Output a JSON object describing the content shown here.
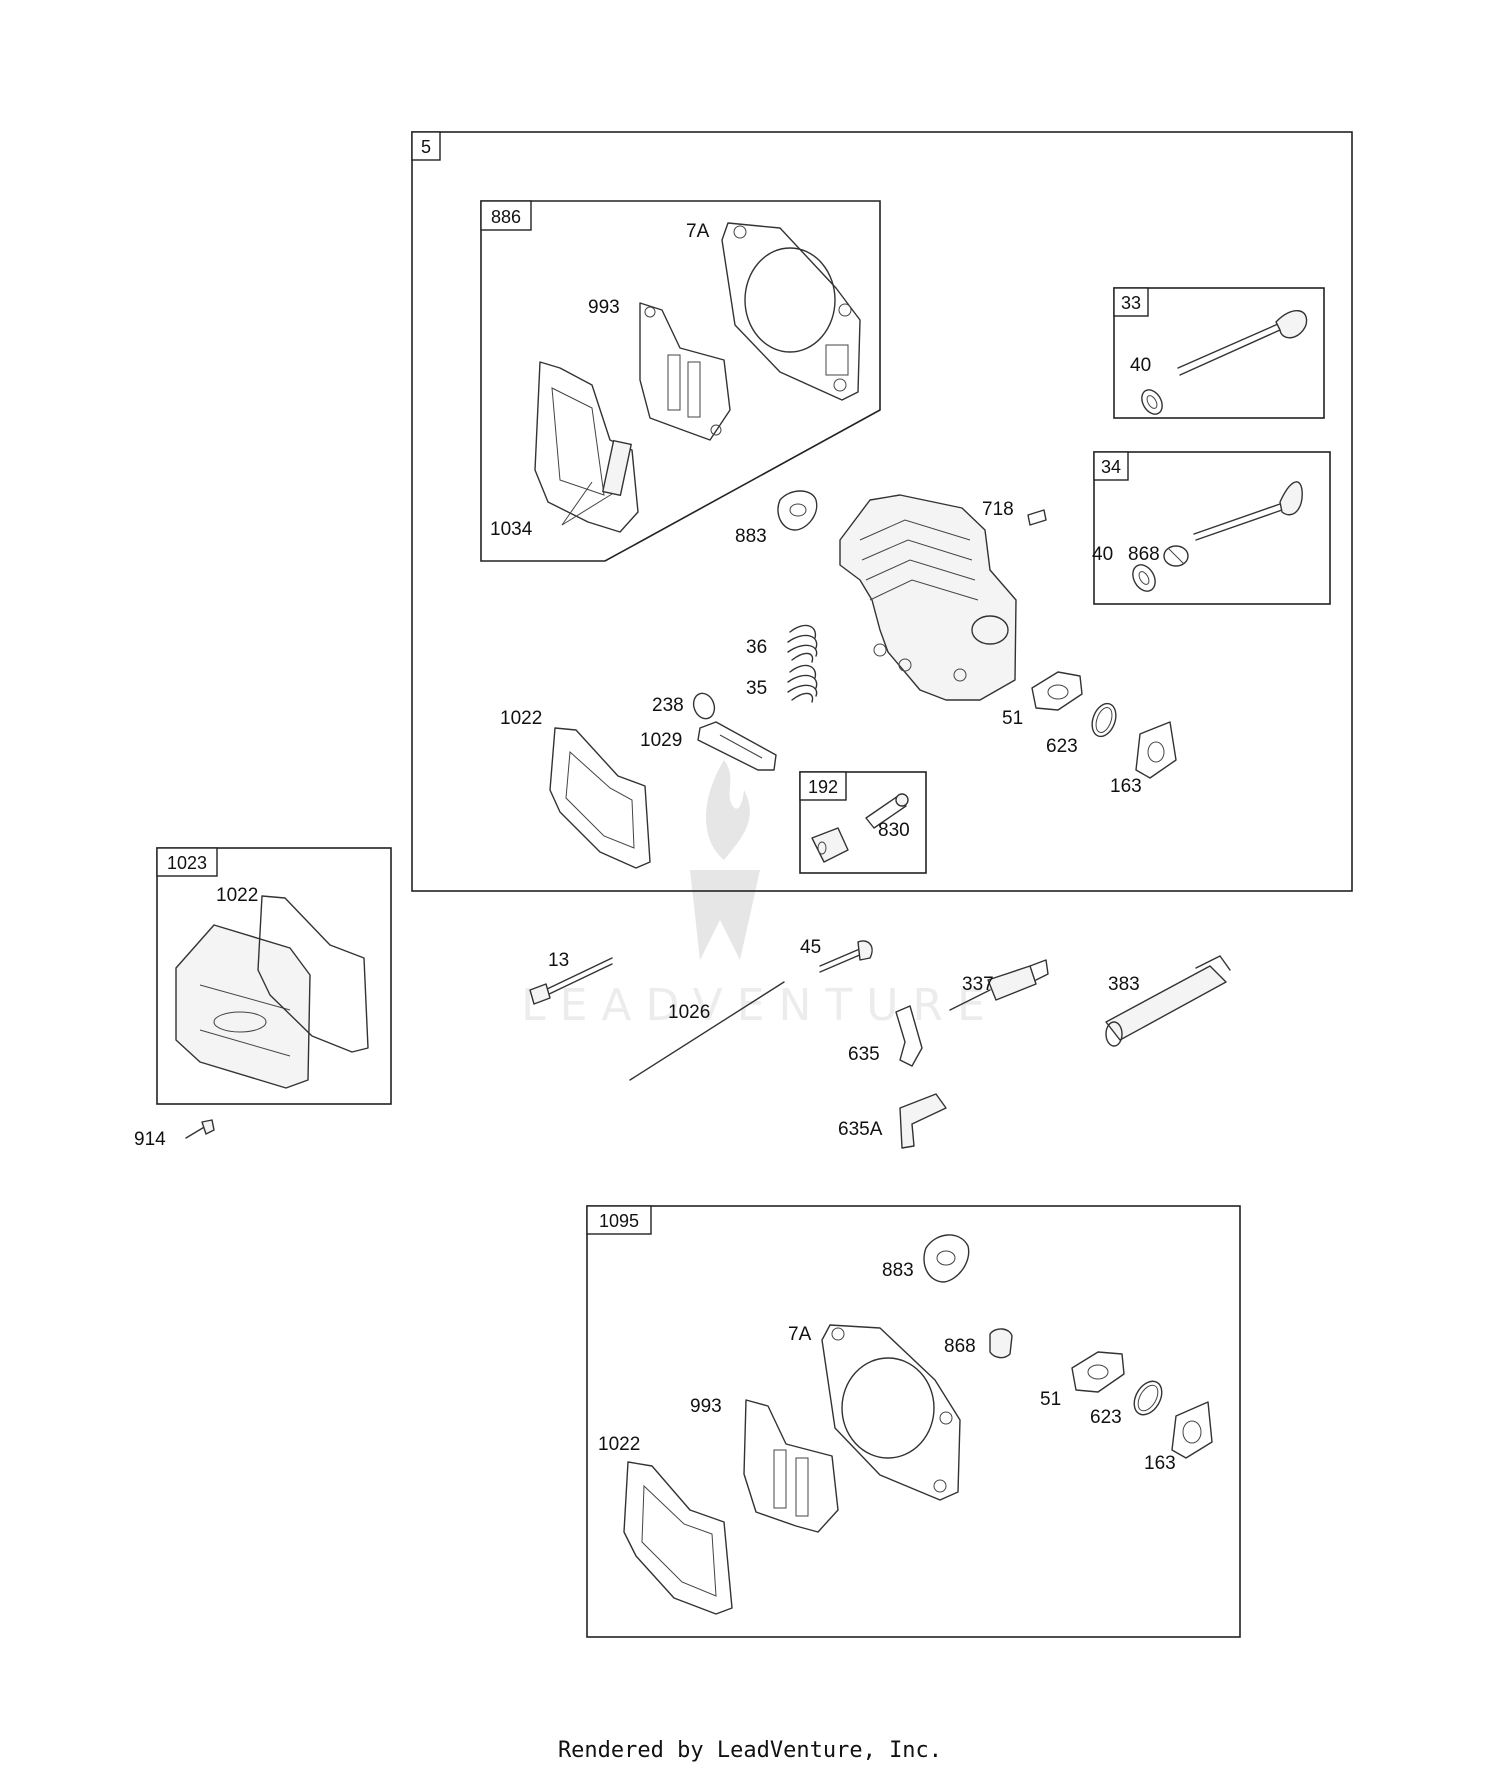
{
  "watermark": {
    "text": "LEADVENTURE"
  },
  "footer": {
    "credit": "Rendered by LeadVenture, Inc."
  },
  "assemblies": {
    "a5": "5",
    "a886": "886",
    "a33": "33",
    "a34": "34",
    "a192": "192",
    "a1023": "1023",
    "a1095": "1095"
  },
  "labels": {
    "l7a": "7A",
    "l993": "993",
    "l1034": "1034",
    "l40a": "40",
    "l718": "718",
    "l40b": "40",
    "l868": "868",
    "l883": "883",
    "l36": "36",
    "l35": "35",
    "l238": "238",
    "l1022": "1022",
    "l1029": "1029",
    "l51": "51",
    "l623": "623",
    "l163": "163",
    "l830": "830",
    "l1022b": "1022",
    "l914": "914",
    "l13": "13",
    "l45": "45",
    "l1026": "1026",
    "l337": "337",
    "l383": "383",
    "l635": "635",
    "l635a": "635A",
    "l883b": "883",
    "l7ab": "7A",
    "l868b": "868",
    "l51b": "51",
    "l993b": "993",
    "l623b": "623",
    "l1022c": "1022",
    "l163b": "163"
  }
}
